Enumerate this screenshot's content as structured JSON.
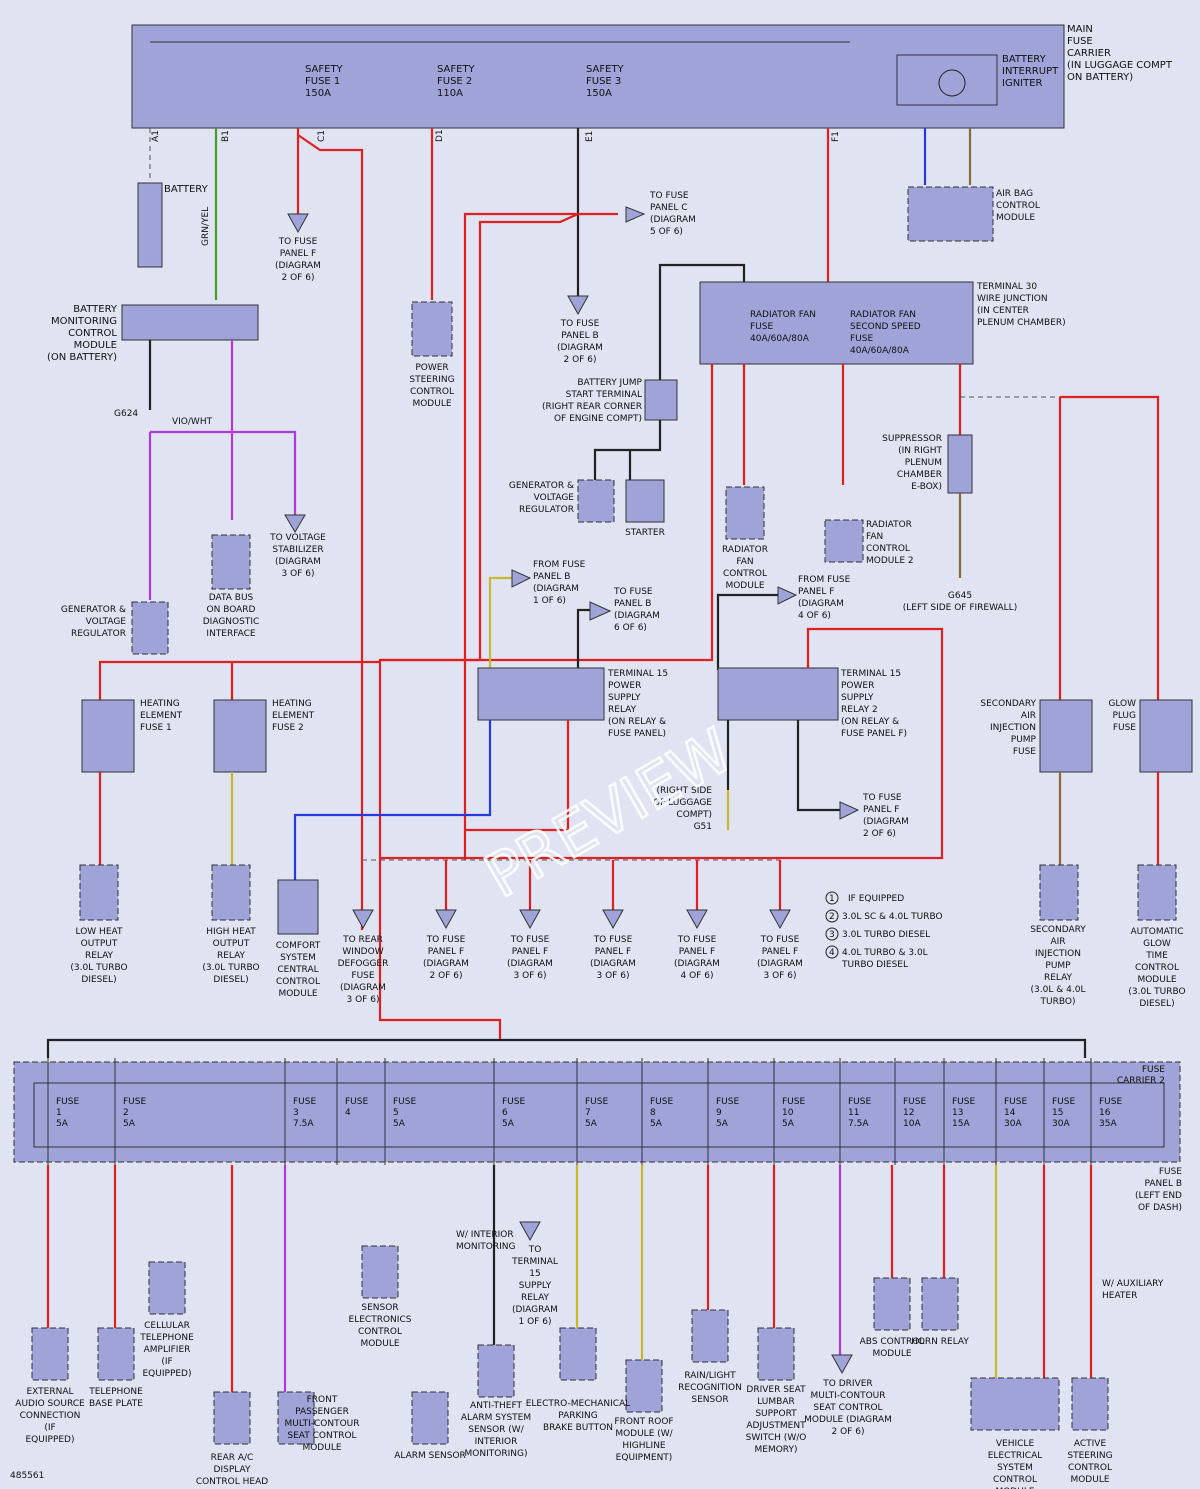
{
  "main_fuse_carrier": "MAIN FUSE CARRIER (IN LUGGAGE COMPT ON BATTERY)",
  "fuses_top": [
    "SAFETY FUSE 1 150A",
    "SAFETY FUSE 2 110A",
    "SAFETY FUSE 3 150A"
  ],
  "battery_interrupt": "BATTERY INTERRUPT IGNITER",
  "top_terminals": [
    "A1",
    "B1",
    "C1",
    "D1",
    "E1",
    "F1"
  ],
  "battery": "BATTERY",
  "battery_monitor": "BATTERY MONITORING CONTROL MODULE (ON BATTERY)",
  "to_fuse_f2": "TO FUSE PANEL F (DIAGRAM 2 OF 6)",
  "power_steering": "POWER STEERING CONTROL MODULE",
  "to_fuse_c5": "TO FUSE PANEL C (DIAGRAM 5 OF 6)",
  "to_fuse_b2": "TO FUSE PANEL B (DIAGRAM 2 OF 6)",
  "airbag": "AIR BAG CONTROL MODULE",
  "terminal30": "TERMINAL 30 WIRE JUNCTION (IN CENTER PLENUM CHAMBER)",
  "rad_fan_fuse": "RADIATOR FAN FUSE 40A/60A/80A",
  "rad_fan_fuse2": "RADIATOR FAN SECOND SPEED FUSE 40A/60A/80A",
  "jump_start": "BATTERY JUMP START TERMINAL (RIGHT REAR CORNER OF ENGINE COMPT)",
  "gen_voltage_reg": "GENERATOR & VOLTAGE REGULATOR",
  "starter": "STARTER",
  "rad_fan_module": "RADIATOR FAN CONTROL MODULE",
  "rad_fan_module2": "RADIATOR FAN CONTROL MODULE 2",
  "suppressor": "SUPPRESSOR (IN RIGHT PLENUM CHAMBER E-BOX)",
  "g645": "G645 (LEFT SIDE OF FIREWALL)",
  "g624": "G624",
  "to_voltage_stab": "TO VOLTAGE STABILIZER (DIAGRAM 3 OF 6)",
  "data_bus": "DATA BUS ON BOARD DIAGNOSTIC INTERFACE",
  "gen_voltage_reg2": "GENERATOR & VOLTAGE REGULATOR",
  "from_fuse_b1": "FROM FUSE PANEL B (DIAGRAM 1 OF 6)",
  "to_fuse_b6": "TO FUSE PANEL B (DIAGRAM 6 OF 6)",
  "from_fuse_f4": "FROM FUSE PANEL F (DIAGRAM 4 OF 6)",
  "t15_relay": "TERMINAL 15 POWER SUPPLY RELAY (ON RELAY & FUSE PANEL)",
  "t15_relay2": "TERMINAL 15 POWER SUPPLY RELAY 2 (ON RELAY & FUSE PANEL F)",
  "g51": "(RIGHT SIDE OF LUGGAGE COMPT) G51",
  "to_fuse_f2b": "TO FUSE PANEL F (DIAGRAM 2 OF 6)",
  "heating1": "HEATING ELEMENT FUSE 1",
  "heating2": "HEATING ELEMENT FUSE 2",
  "sec_air_fuse": "SECONDARY AIR INJECTION PUMP FUSE",
  "glow_plug_fuse": "GLOW PLUG FUSE",
  "low_heat": "LOW HEAT OUTPUT RELAY (3.0L TURBO DIESEL)",
  "high_heat": "HIGH HEAT OUTPUT RELAY (3.0L TURBO DIESEL)",
  "comfort": "COMFORT SYSTEM CENTRAL CONTROL MODULE",
  "to_rear_window": "TO REAR WINDOW DEFOGGER FUSE (DIAGRAM 3 OF 6)",
  "to_fuse_arrows": [
    "TO FUSE PANEL F (DIAGRAM 2 OF 6)",
    "TO FUSE PANEL F (DIAGRAM 3 OF 6)",
    "TO FUSE PANEL F (DIAGRAM 3 OF 6)",
    "TO FUSE PANEL F (DIAGRAM 4 OF 6)",
    "TO FUSE PANEL F (DIAGRAM 3 OF 6)"
  ],
  "legend": [
    "IF EQUIPPED",
    "3.0L SC & 4.0L TURBO",
    "3.0L TURBO DIESEL",
    "4.0L TURBO & 3.0L TURBO DIESEL"
  ],
  "sec_air_relay": "SECONDARY AIR INJECTION PUMP RELAY (3.0L & 4.0L TURBO)",
  "glow_time": "AUTOMATIC GLOW TIME CONTROL MODULE (3.0L TURBO DIESEL)",
  "fuse_carrier2": "FUSE CARRIER 2",
  "fuse_panel_b": "FUSE PANEL B (LEFT END OF DASH)",
  "carrier_fuses": [
    "FUSE 1 5A",
    "FUSE 2 5A",
    "FUSE 3 7.5A",
    "FUSE 4",
    "FUSE 5 5A",
    "FUSE 6 5A",
    "FUSE 7 5A",
    "FUSE 8 5A",
    "FUSE 9 5A",
    "FUSE 10 5A",
    "FUSE 11 7.5A",
    "FUSE 12 10A",
    "FUSE 13 15A",
    "FUSE 14 30A",
    "FUSE 15 30A",
    "FUSE 16 35A"
  ],
  "bottom_modules": [
    "EXTERNAL AUDIO SOURCE CONNECTION (IF EQUIPPED)",
    "TELEPHONE BASE PLATE",
    "CELLULAR TELEPHONE AMPLIFIER (IF EQUIPPED)",
    "REAR A/C DISPLAY CONTROL HEAD",
    "FRONT PASSENGER MULTI-CONTOUR SEAT CONTROL MODULE",
    "SENSOR ELECTRONICS CONTROL MODULE",
    "ALARM SENSOR",
    "ANTI-THEFT ALARM SYSTEM SENSOR (W/ INTERIOR MONITORING)",
    "ELECTRO-MECHANICAL PARKING BRAKE BUTTON",
    "FRONT ROOF MODULE (W/ HIGHLINE EQUIPMENT)",
    "RAIN/LIGHT RECOGNITION SENSOR",
    "DRIVER SEAT LUMBAR SUPPORT ADJUSTMENT SWITCH (W/O MEMORY)",
    "TO DRIVER MULTI-CONTOUR SEAT CONTROL MODULE (DIAGRAM 2 OF 6)",
    "ABS CONTROL MODULE",
    "HORN RELAY",
    "VEHICLE ELECTRICAL SYSTEM CONTROL MODULE",
    "ACTIVE STEERING CONTROL MODULE"
  ],
  "to_terminal15": "TO TERMINAL 15 SUPPLY RELAY (DIAGRAM 1 OF 6)",
  "w_interior": "W/ INTERIOR MONITORING",
  "w_aux_heater": "W/ AUXILIARY HEATER",
  "diagram_id": "485561",
  "watermark": "PREVIEW"
}
